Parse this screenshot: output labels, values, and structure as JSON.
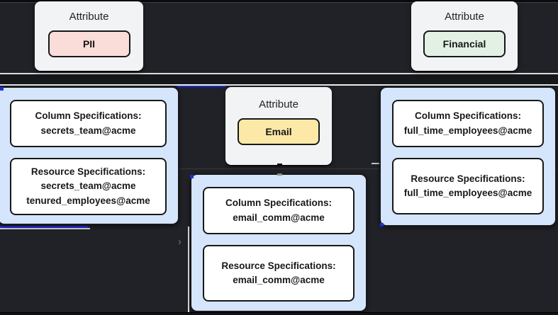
{
  "canvas": {
    "bg": "#212227",
    "top_band": "#0a0b0d",
    "accent_blue": "#1f2ed8",
    "line_light": "#e9eaec"
  },
  "attributes": [
    {
      "title": "Attribute",
      "name": "PII",
      "color": "#fadcd9"
    },
    {
      "title": "Attribute",
      "name": "Email",
      "color": "#fce9a8"
    },
    {
      "title": "Attribute",
      "name": "Financial",
      "color": "#e3f1e5"
    }
  ],
  "spec_groups": [
    {
      "column_title": "Column Specifications:",
      "column_value": "secrets_team@acme",
      "resource_title": "Resource Specifications:",
      "resource_value": "secrets_team@acme\ntenured_employees@acme"
    },
    {
      "column_title": "Column Specifications:",
      "column_value": "email_comm@acme",
      "resource_title": "Resource Specifications:",
      "resource_value": "email_comm@acme"
    },
    {
      "column_title": "Column Specifications:",
      "column_value": "full_time_employees@acme",
      "resource_title": "Resource Specifications:",
      "resource_value": "full_time_employees@acme"
    }
  ],
  "decorations": {
    "arrow": "›"
  }
}
